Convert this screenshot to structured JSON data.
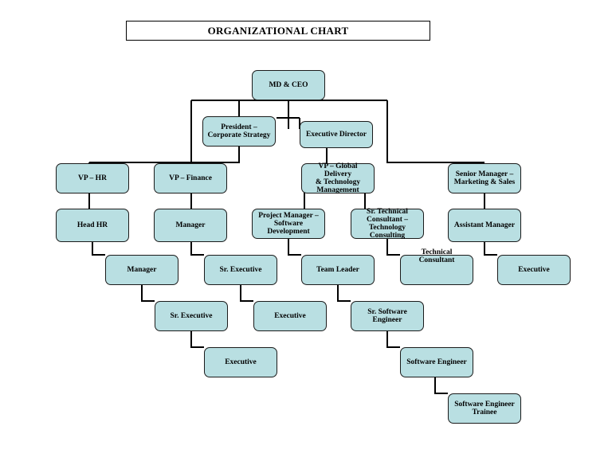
{
  "title": "ORGANIZATIONAL CHART",
  "nodes": {
    "md_ceo": "MD & CEO",
    "president": "President –\nCorporate Strategy",
    "exec_director": "Executive Director",
    "vp_hr": "VP – HR",
    "vp_finance": "VP – Finance",
    "vp_global": "VP – Global Delivery\n& Technology\nManagement",
    "sr_mgr_marketing": "Senior Manager –\nMarketing & Sales",
    "head_hr": "Head HR",
    "fin_manager": "Manager",
    "pm_software": "Project Manager –\nSoftware\nDevelopment",
    "sr_tech_consultant": "Sr. Technical\nConsultant –\nTechnology Consulting",
    "asst_manager": "Assistant Manager",
    "hr_manager": "Manager",
    "fin_sr_exec": "Sr. Executive",
    "team_leader": "Team Leader",
    "tech_consultant": "Technical\nConsultant",
    "mkt_executive": "Executive",
    "hr_sr_exec": "Sr. Executive",
    "fin_executive": "Executive",
    "sr_sw_engineer": "Sr. Software\nEngineer",
    "hr_executive": "Executive",
    "sw_engineer": "Software Engineer",
    "sw_trainee": "Software Engineer\nTrainee"
  },
  "colors": {
    "node_fill": "#b9dfe2",
    "line": "#000000"
  }
}
